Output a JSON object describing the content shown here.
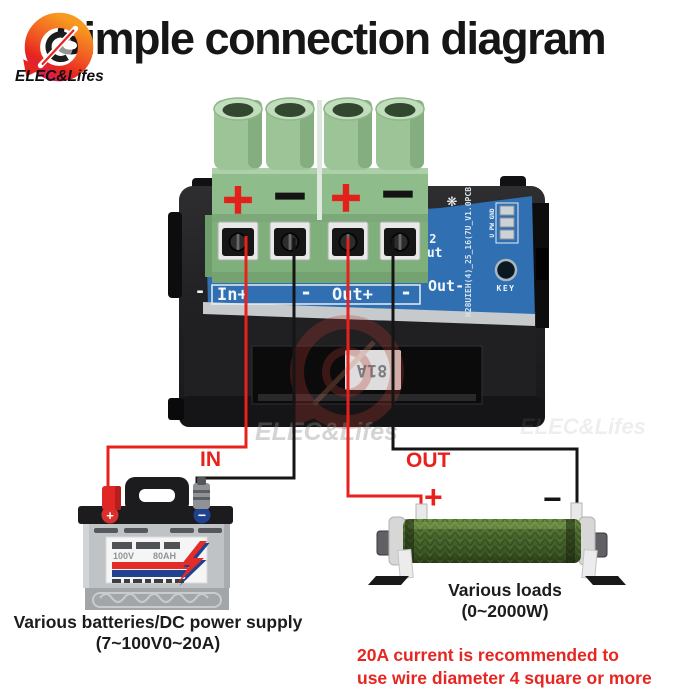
{
  "header": {
    "title": "Simple connection diagram",
    "brand": "ELEC&Lifes"
  },
  "watermark": {
    "text": "ELEC&Lifes",
    "text2": "ELEC&Lifes"
  },
  "module": {
    "marks": {
      "in_plus": "+",
      "in_minus": "−",
      "out_plus": "+",
      "out_minus": "−"
    },
    "silkscreen": {
      "edge_minus": "-",
      "in_plus": "In+",
      "in_minus": "-",
      "out_plus": "Out+",
      "out_minus": "-",
      "j2": "J2",
      "j2_out": "Out",
      "out_neg": "Out-",
      "key": "KEY",
      "pcb_code": "H28UIEH(4)_25_16(7U_V1.0PCB",
      "pad_labels": "U PW GND"
    },
    "display_fragment": "81A"
  },
  "connections": {
    "in": "IN",
    "out": "OUT",
    "load_plus": "+",
    "load_minus": "−"
  },
  "battery": {
    "plus": "+",
    "minus": "−",
    "voltage": "100V",
    "capacity": "80AH",
    "caption1": "Various batteries/DC power supply",
    "caption2": "(7~100V0~20A)"
  },
  "load": {
    "caption1": "Various loads",
    "caption2": "(0~2000W)"
  },
  "note": {
    "line1": "20A current is recommended to",
    "line2": "use wire diameter 4 square or more"
  },
  "icons": {
    "snowflake": "❋"
  },
  "colors": {
    "wire_red": "#e8211d",
    "wire_black": "#151515",
    "note_red": "#e62621",
    "accent_red": "#e3201b",
    "pcb_blue": "#2f6fb2",
    "terminal_green": "#8fbc8b",
    "load_green": "#47662c"
  }
}
